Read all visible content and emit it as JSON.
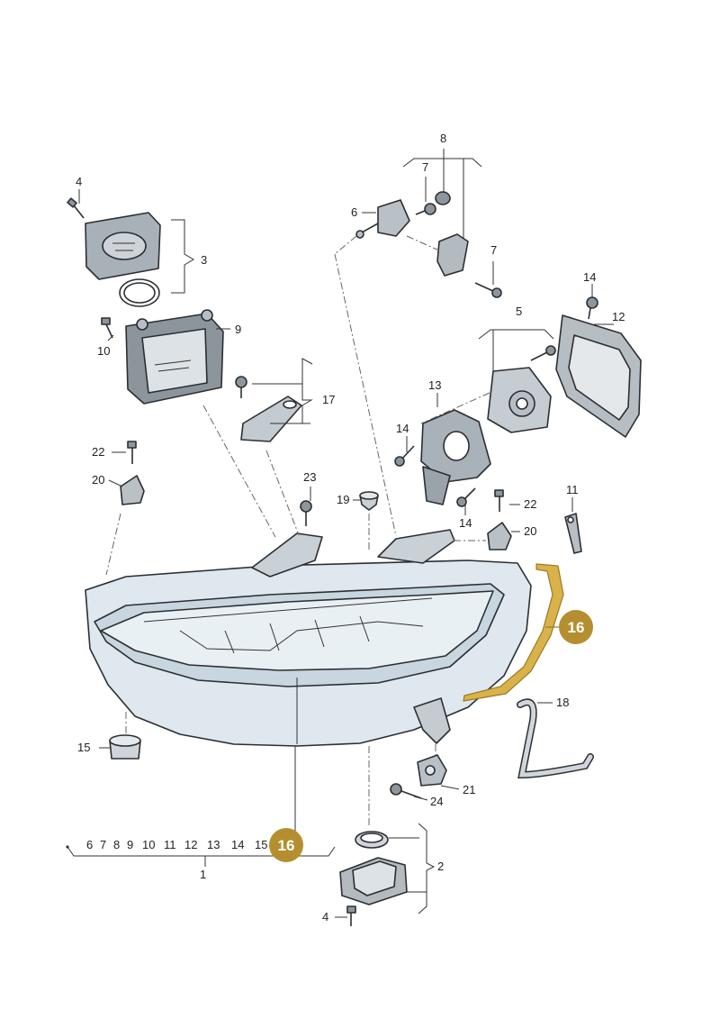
{
  "labels": {
    "n1": "1",
    "n2": "2",
    "n3": "3",
    "n4a": "4",
    "n4b": "4",
    "n5": "5",
    "n6": "6",
    "n7a": "7",
    "n7b": "7",
    "n8": "8",
    "n9": "9",
    "n10": "10",
    "n11": "11",
    "n12": "12",
    "n13": "13",
    "n14a": "14",
    "n14b": "14",
    "n14c": "14",
    "n15": "15",
    "n16a": "16",
    "n16b": "16",
    "n17": "17",
    "n18": "18",
    "n19": "19",
    "n20a": "20",
    "n20b": "20",
    "n21": "21",
    "n22a": "22",
    "n22b": "22",
    "n23": "23",
    "n24": "24"
  },
  "bottom_row": [
    "6",
    "7",
    "8",
    "9",
    "10",
    "11",
    "12",
    "13",
    "14",
    "15"
  ],
  "colors": {
    "highlight": "#b58f2f",
    "highlight_line": "#c9a23c",
    "lamp_glass": "#cfe0e8",
    "outline": "#2b2f33"
  }
}
